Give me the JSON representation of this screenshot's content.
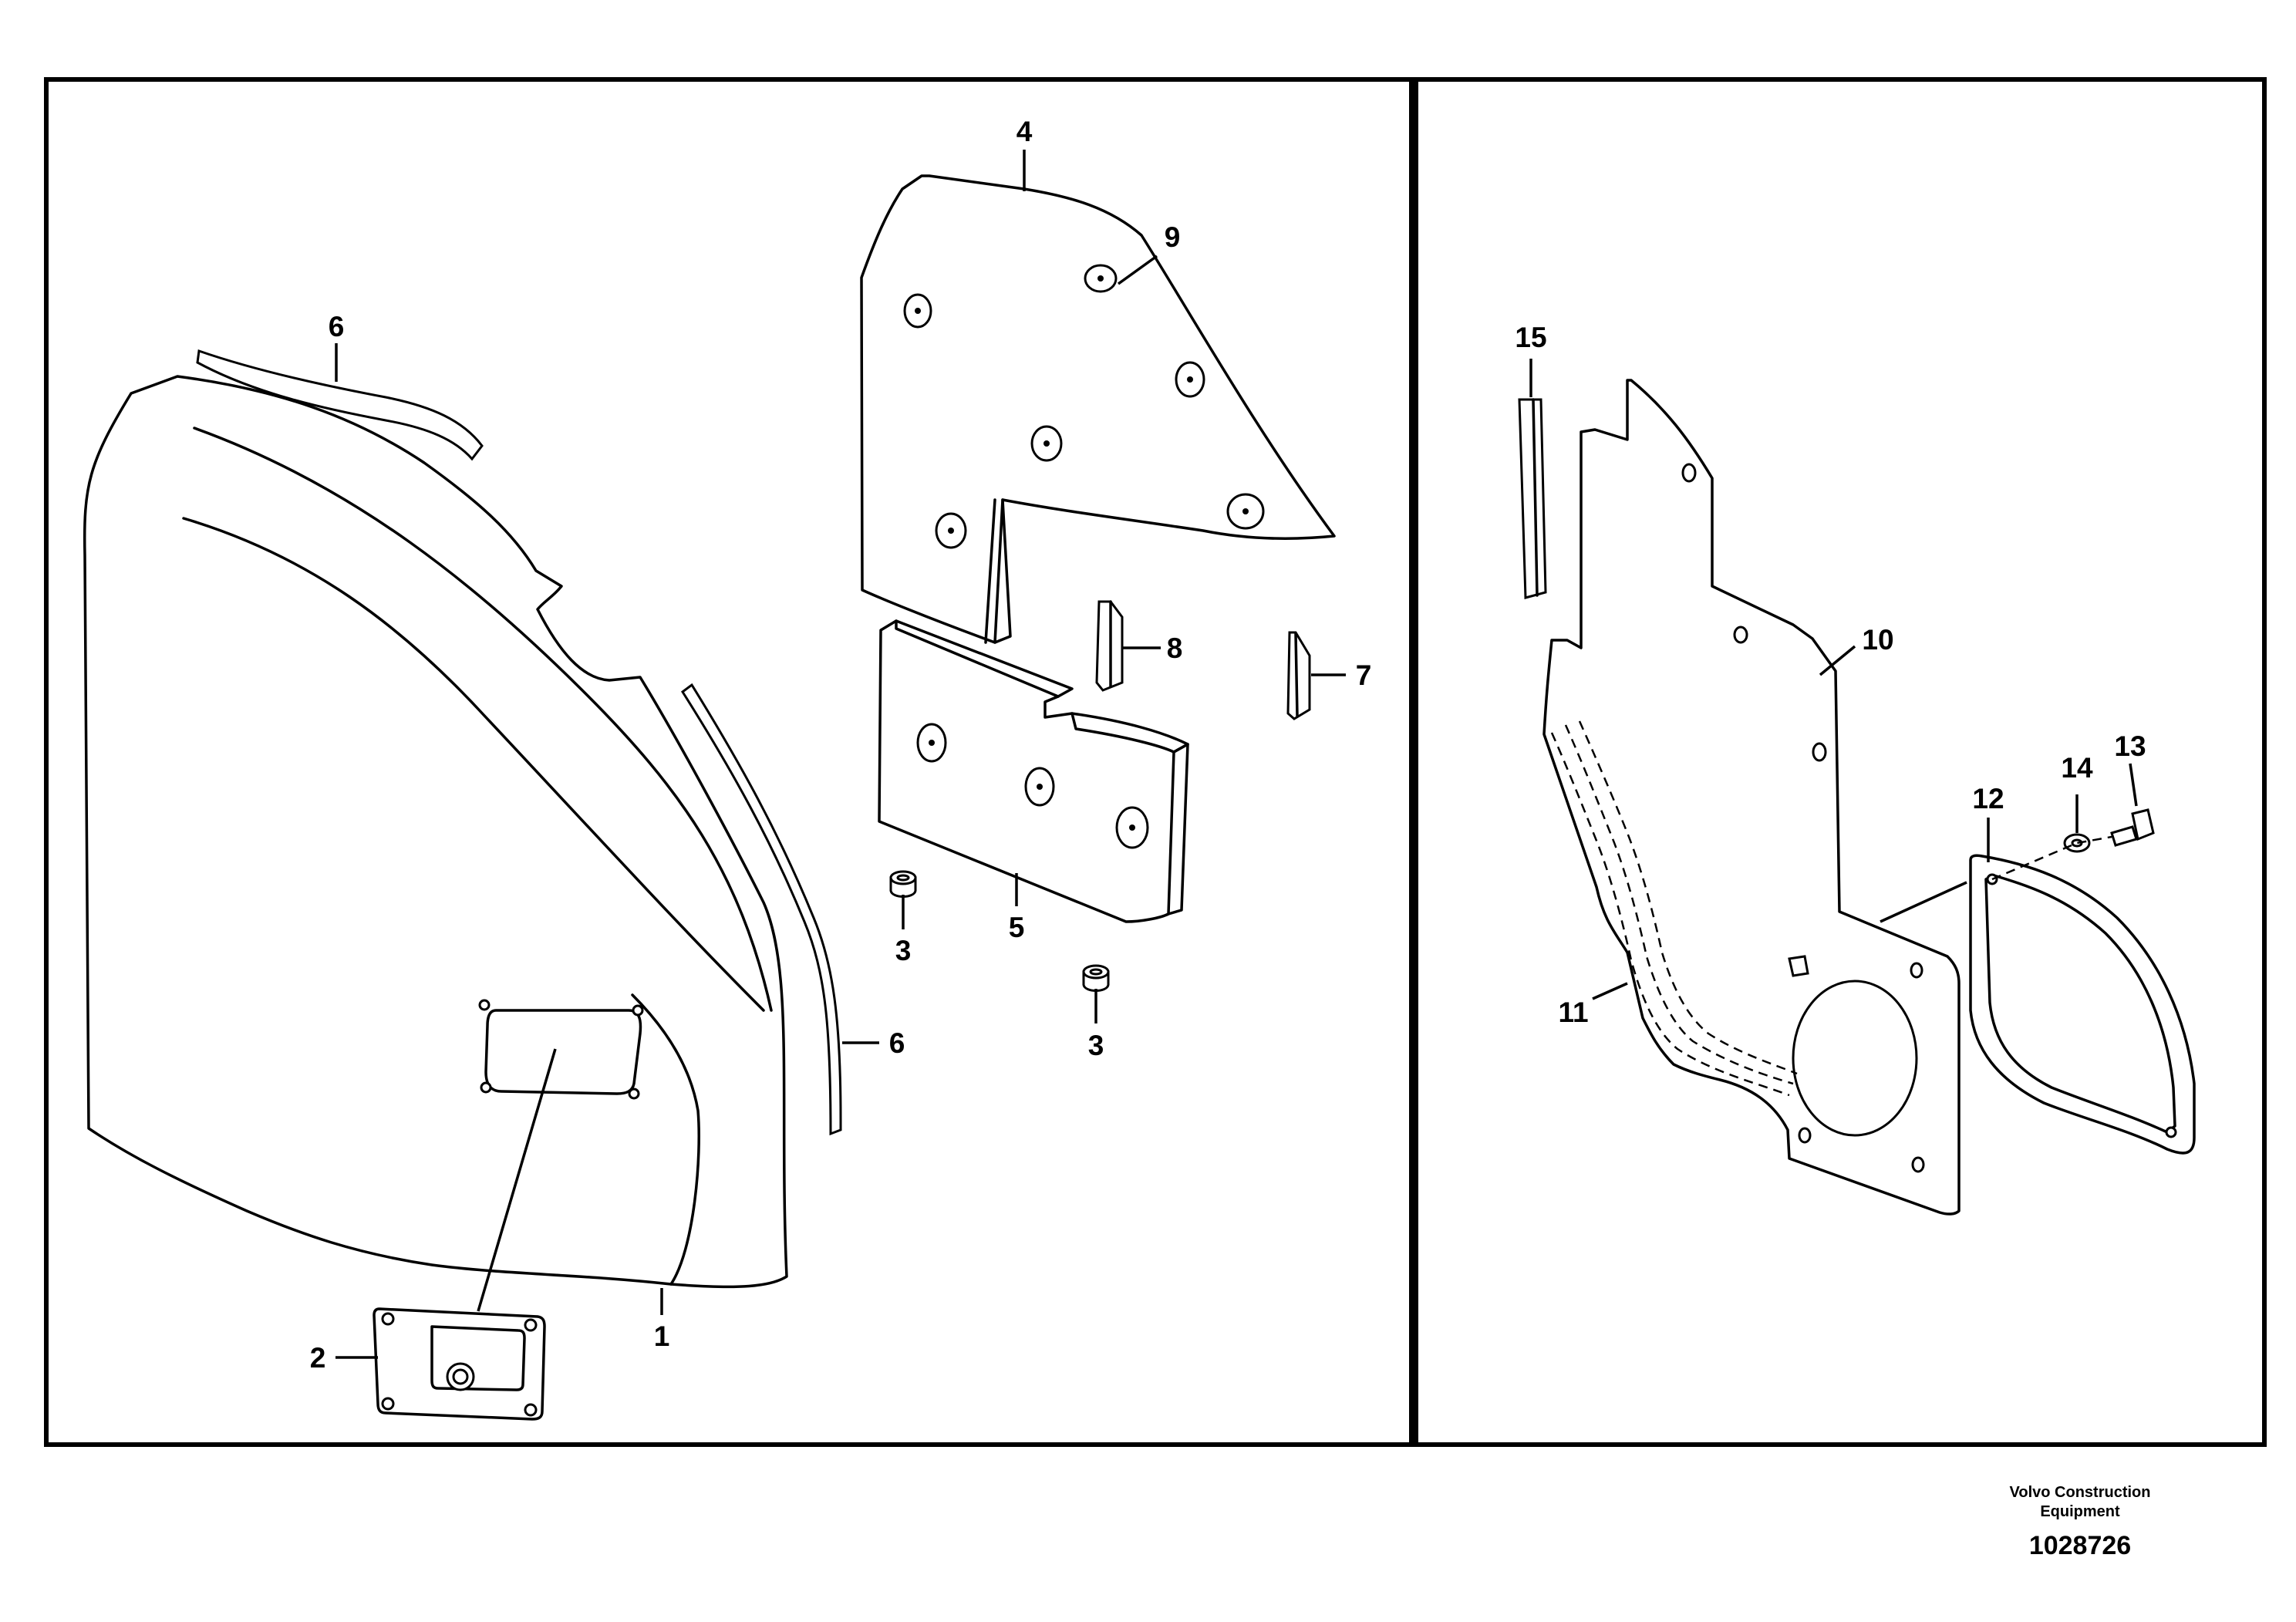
{
  "footer": {
    "brand_line_1": "Volvo Construction",
    "brand_line_2": "Equipment",
    "reference_number": "1028726"
  },
  "callouts": {
    "c1": "1",
    "c2": "2",
    "c3a": "3",
    "c3b": "3",
    "c4": "4",
    "c5": "5",
    "c6a": "6",
    "c6b": "6",
    "c7": "7",
    "c8": "8",
    "c9": "9",
    "c10": "10",
    "c11": "11",
    "c12": "12",
    "c13": "13",
    "c14": "14",
    "c15": "15"
  }
}
